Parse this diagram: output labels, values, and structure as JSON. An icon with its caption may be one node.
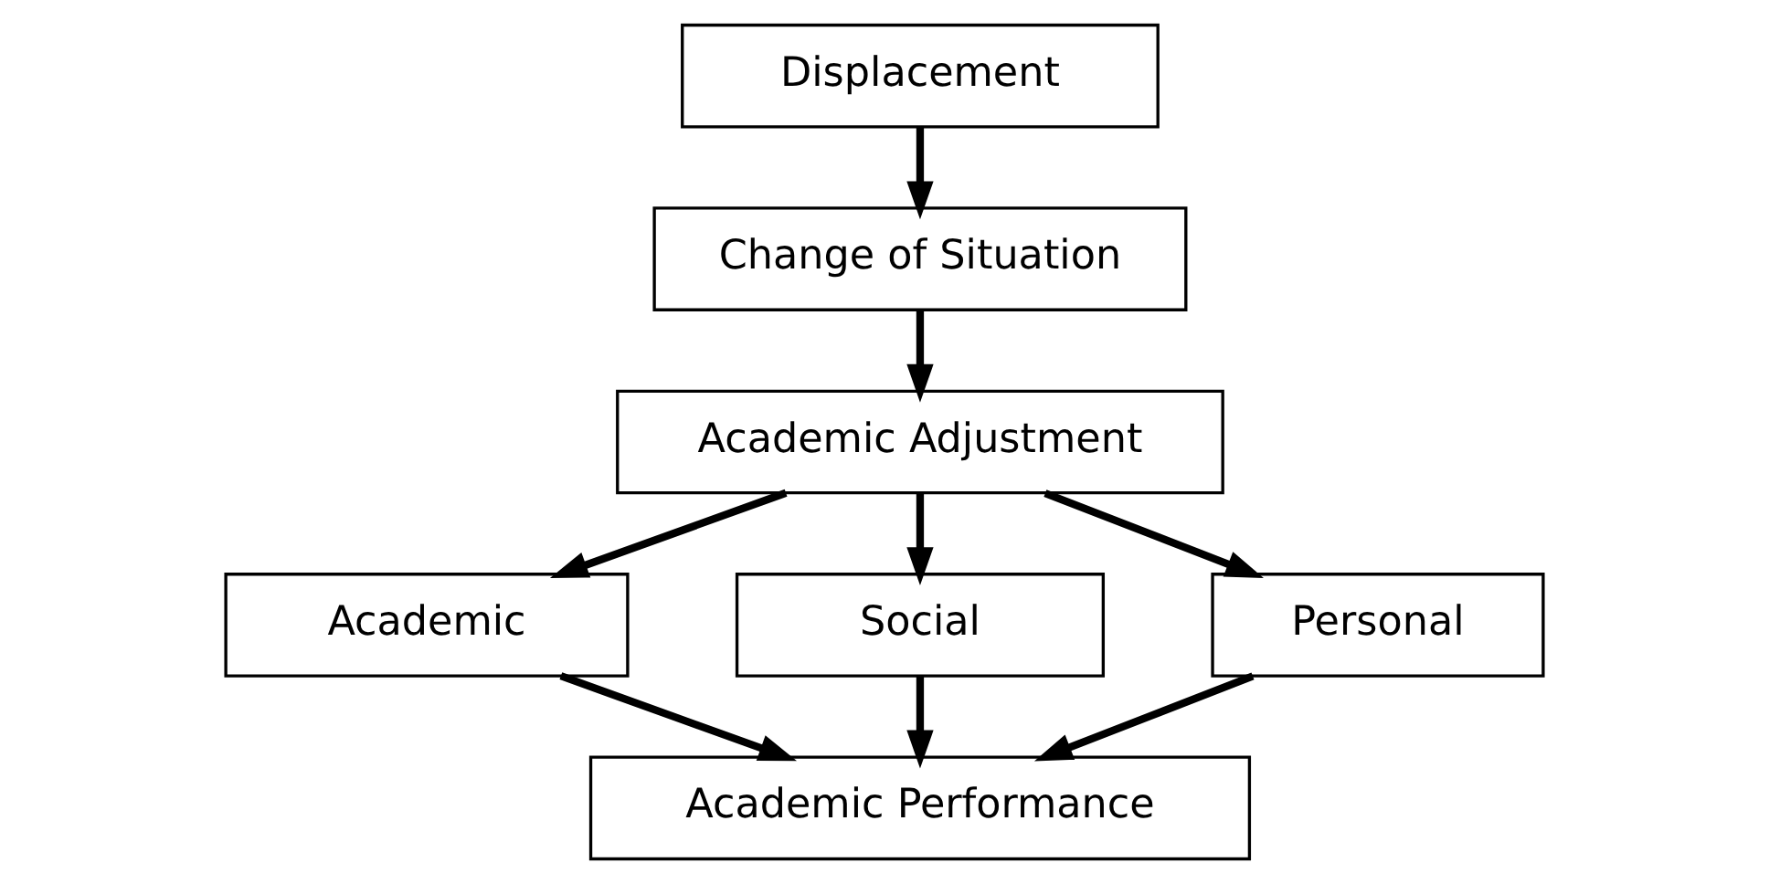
{
  "diagram": {
    "nodes": [
      {
        "text": [
          "Displacement"
        ]
      },
      {
        "text": [
          "Change of Situation"
        ]
      },
      {
        "text": [
          "Academic Adjustment"
        ]
      },
      {
        "text": [
          "Academic"
        ]
      },
      {
        "text": [
          "Social"
        ]
      },
      {
        "text": [
          "Personal"
        ]
      },
      {
        "text": [
          "Academic Performance"
        ]
      }
    ],
    "edges": [
      {
        "from": 0,
        "to": 1,
        "arrow": "to"
      },
      {
        "from": 1,
        "to": 2,
        "arrow": "to"
      },
      {
        "from": 2,
        "to": 3,
        "arrow": "to"
      },
      {
        "from": 2,
        "to": 4,
        "arrow": "to"
      },
      {
        "from": 2,
        "to": 5,
        "arrow": "to"
      },
      {
        "from": 3,
        "to": 6,
        "arrow": "to"
      },
      {
        "from": 4,
        "to": 6,
        "arrow": "to"
      },
      {
        "from": 5,
        "to": 6,
        "arrow": "to"
      }
    ]
  }
}
